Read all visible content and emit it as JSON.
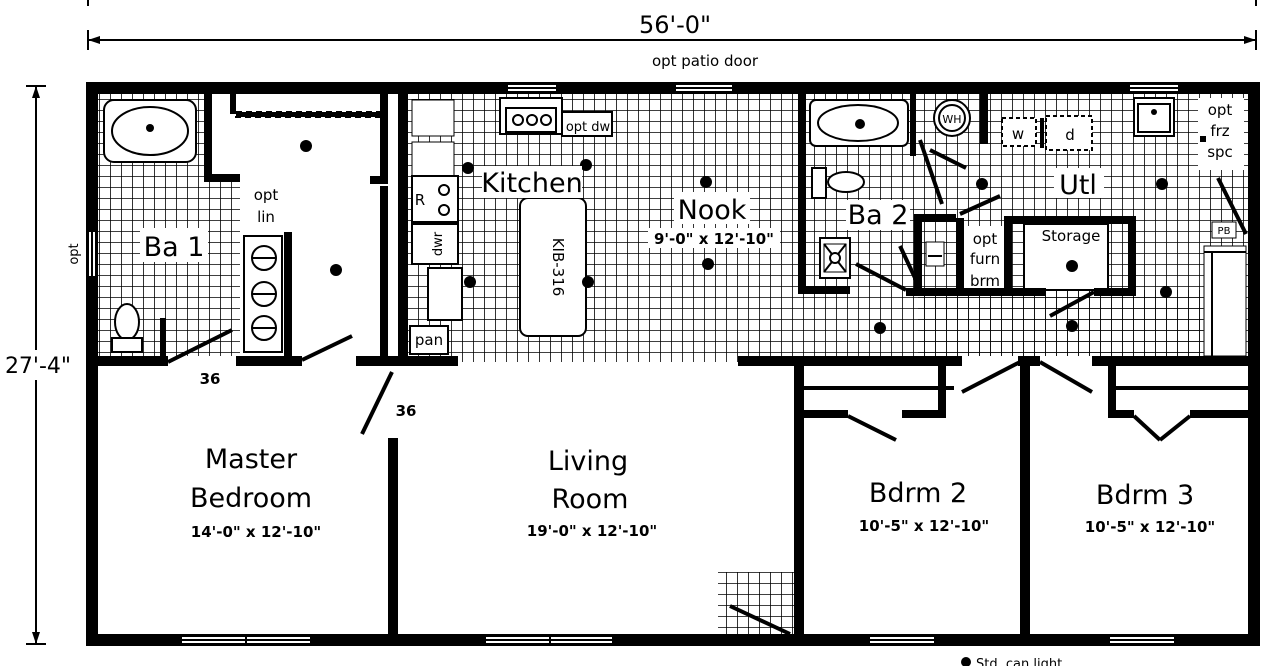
{
  "dimensions": {
    "width": "56'-0\"",
    "depth": "27'-4\""
  },
  "notes": {
    "patio_door": "opt patio door",
    "side_window": "opt",
    "legend": "Std. can light"
  },
  "rooms": {
    "ba1": "Ba 1",
    "lin": [
      "opt",
      "lin"
    ],
    "kitchen": "Kitchen",
    "nook": "Nook",
    "nook_size": "9'-0\" x 12'-10\"",
    "ba2": "Ba 2",
    "utl": "Utl",
    "storage": "Storage",
    "frz": [
      "opt",
      "frz",
      "spc"
    ],
    "furn": [
      "opt",
      "furn",
      "brm"
    ],
    "master": [
      "Master",
      "Bedroom"
    ],
    "master_size": "14'-0\" x 12'-10\"",
    "living": [
      "Living",
      "Room"
    ],
    "living_size": "19'-0\" x 12'-10\"",
    "bdrm2": "Bdrm 2",
    "bdrm2_size": "10'-5\" x 12'-10\"",
    "bdrm3": "Bdrm 3",
    "bdrm3_size": "10'-5\" x 12'-10\""
  },
  "fixtures": {
    "island": "KIB-316",
    "fridge": "R",
    "dishwasher": "opt dw",
    "dwr": "dwr",
    "pantry": "pan",
    "water_heater": "WH",
    "washer": "w",
    "dryer": "d",
    "panel_box": "PB"
  },
  "door_sizes": {
    "bath_door": "36",
    "entry_door": "36"
  }
}
